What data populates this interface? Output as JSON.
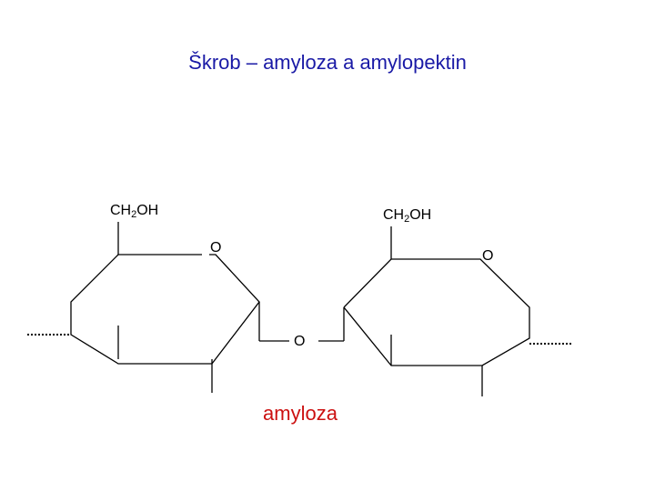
{
  "title": "Škrob – amyloza a amylopektin",
  "caption": "amyloza",
  "title_color": "#1a1aa6",
  "caption_color": "#cc1111",
  "ring_left": {
    "substituent_main": "CH",
    "substituent_sub": "2",
    "substituent_tail": "OH",
    "ring_oxygen": "O"
  },
  "ring_right": {
    "substituent_main": "CH",
    "substituent_sub": "2",
    "substituent_tail": "OH",
    "ring_oxygen": "O"
  },
  "bridge_oxygen": "O"
}
